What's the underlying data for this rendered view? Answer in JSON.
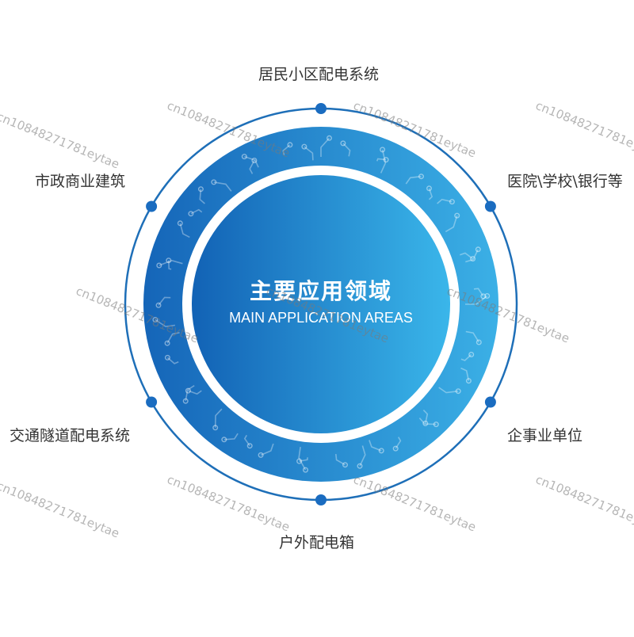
{
  "center": {
    "title": "主要应用领域",
    "subtitle": "MAIN APPLICATION AREAS"
  },
  "areas": [
    "居民小区配电系统",
    "医院\\学校\\银行等",
    "企事业单位",
    "户外配电箱",
    "交通隧道配电系统",
    "市政商业建筑"
  ],
  "watermark": "cn10848271781eytae",
  "colors": {
    "ring_dark": "#1565b8",
    "ring_light": "#3bb0e6",
    "outline": "#1e6fb8",
    "dot": "#1a6cc0"
  }
}
